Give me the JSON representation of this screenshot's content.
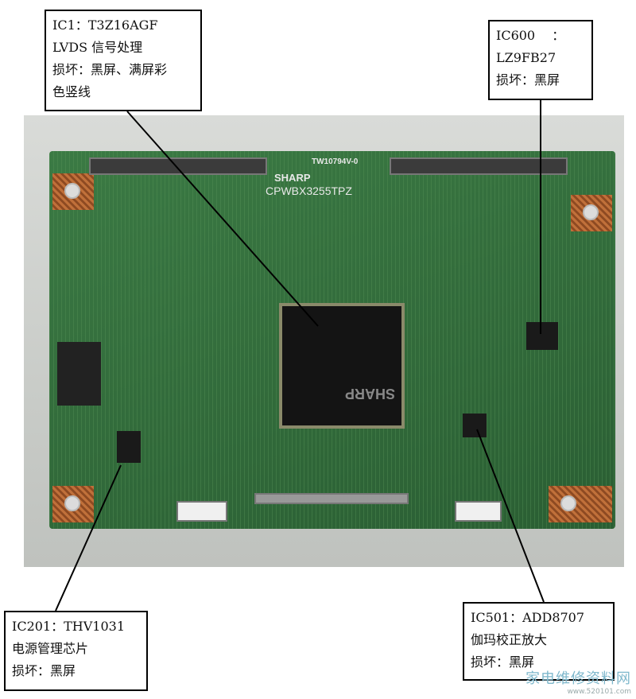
{
  "board": {
    "brand": "SHARP",
    "model": "CPWBX3255TPZ",
    "cert": "TW10794V-0",
    "chip_marking": "SHARP"
  },
  "callouts": {
    "ic1": {
      "lines": [
        "IC1：T3Z16AGF",
        "LVDS 信号处理",
        "损坏：黑屏、满屏彩",
        "色竖线"
      ]
    },
    "ic600": {
      "lines": [
        "IC600　 ：",
        "LZ9FB27",
        "损坏：黑屏"
      ]
    },
    "ic201": {
      "lines": [
        "IC201：THV1031",
        "电源管理芯片",
        "损坏：黑屏"
      ]
    },
    "ic501": {
      "lines": [
        "IC501：ADD8707",
        "伽玛校正放大",
        "损坏：黑屏"
      ]
    }
  },
  "watermark": {
    "title": "家电维修资料网",
    "url": "www.520101.com"
  }
}
